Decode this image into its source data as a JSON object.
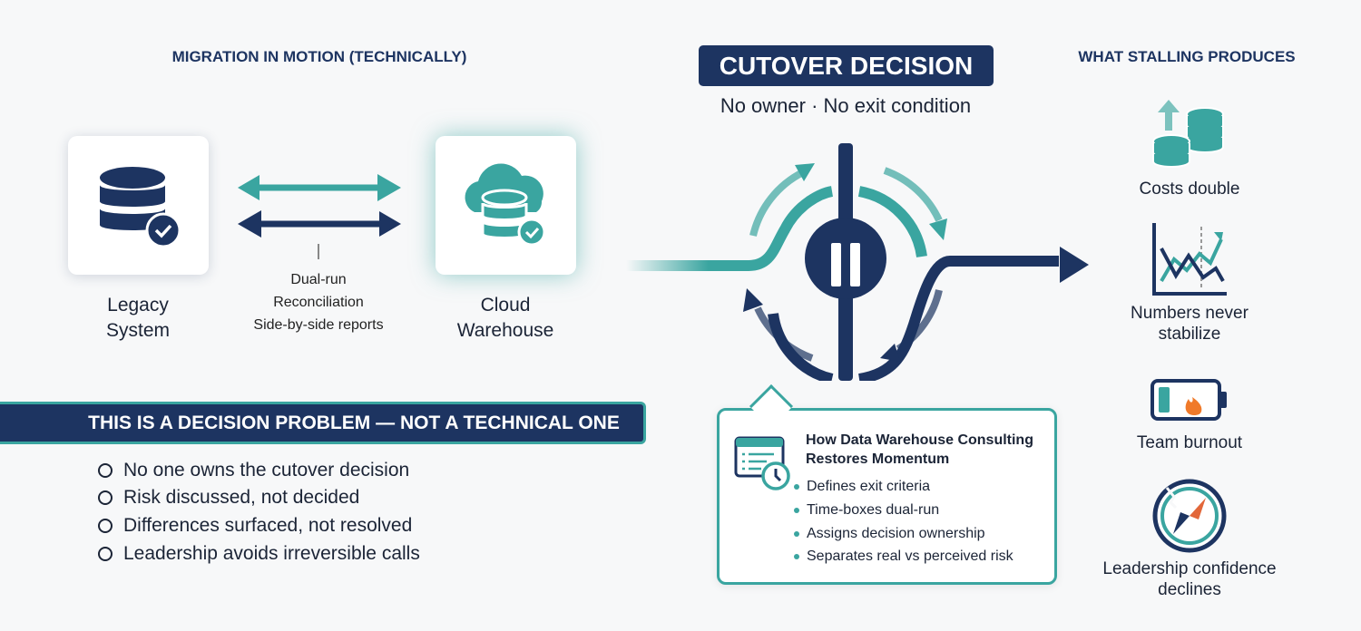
{
  "left": {
    "heading": "MIGRATION IN MOTION (TECHNICALLY)",
    "legacy": {
      "line1": "Legacy",
      "line2": "System",
      "icon": "database-check-icon"
    },
    "cloud": {
      "line1": "Cloud",
      "line2": "Warehouse",
      "icon": "cloud-database-check-icon"
    },
    "sync_notes": [
      "Dual-run",
      "Reconciliation",
      "Side-by-side reports"
    ],
    "banner": "THIS IS A DECISION PROBLEM — NOT A TECHNICAL ONE",
    "bullets": [
      "No one owns the cutover decision",
      "Risk discussed, not decided",
      "Differences surfaced, not resolved",
      "Leadership avoids irreversible calls"
    ]
  },
  "center": {
    "badge": "CUTOVER DECISION",
    "subtitle": "No owner · No exit condition",
    "callout": {
      "title_line1": "How Data Warehouse Consulting",
      "title_line2": "Restores Momentum",
      "items": [
        "Defines exit criteria",
        "Time-boxes dual-run",
        "Assigns decision ownership",
        "Separates real vs perceived risk"
      ]
    }
  },
  "right": {
    "heading": "WHAT STALLING PRODUCES",
    "items": [
      {
        "line1": "Costs double",
        "line2": "",
        "icon": "coins-up-icon"
      },
      {
        "line1": "Numbers never",
        "line2": "stabilize",
        "icon": "volatile-chart-icon"
      },
      {
        "line1": "Team burnout",
        "line2": "",
        "icon": "low-battery-fire-icon"
      },
      {
        "line1": "Leadership confidence",
        "line2": "declines",
        "icon": "broken-compass-icon"
      }
    ]
  },
  "colors": {
    "navy": "#1d3461",
    "teal": "#3aa5a0"
  }
}
